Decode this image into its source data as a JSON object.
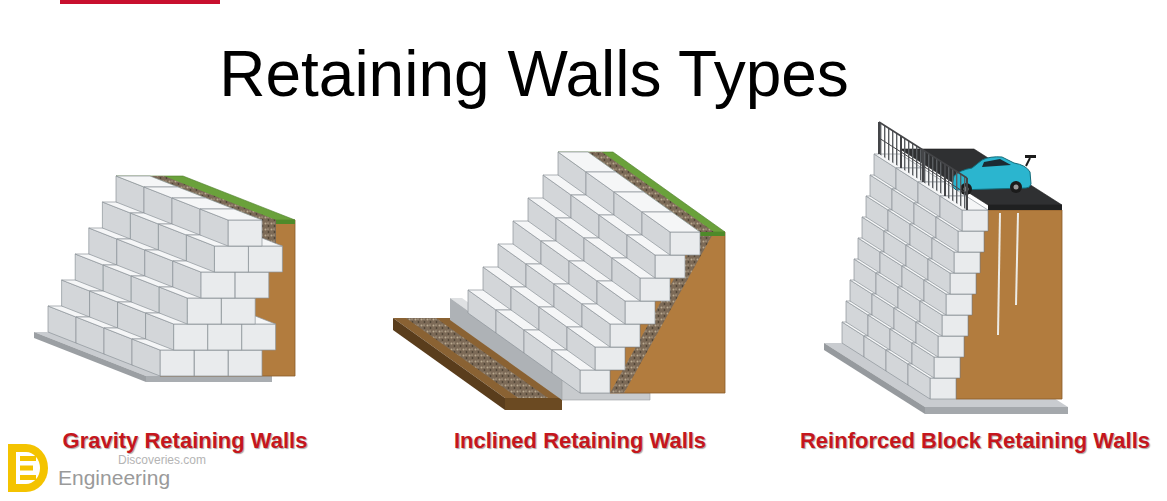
{
  "diagram": {
    "title": "Retaining Walls Types",
    "labels": [
      "Gravity Retaining Walls",
      "Inclined Retaining Walls",
      "Reinforced Block Retaining Walls",
      "Discoveries.com",
      "Engineering"
    ]
  }
}
